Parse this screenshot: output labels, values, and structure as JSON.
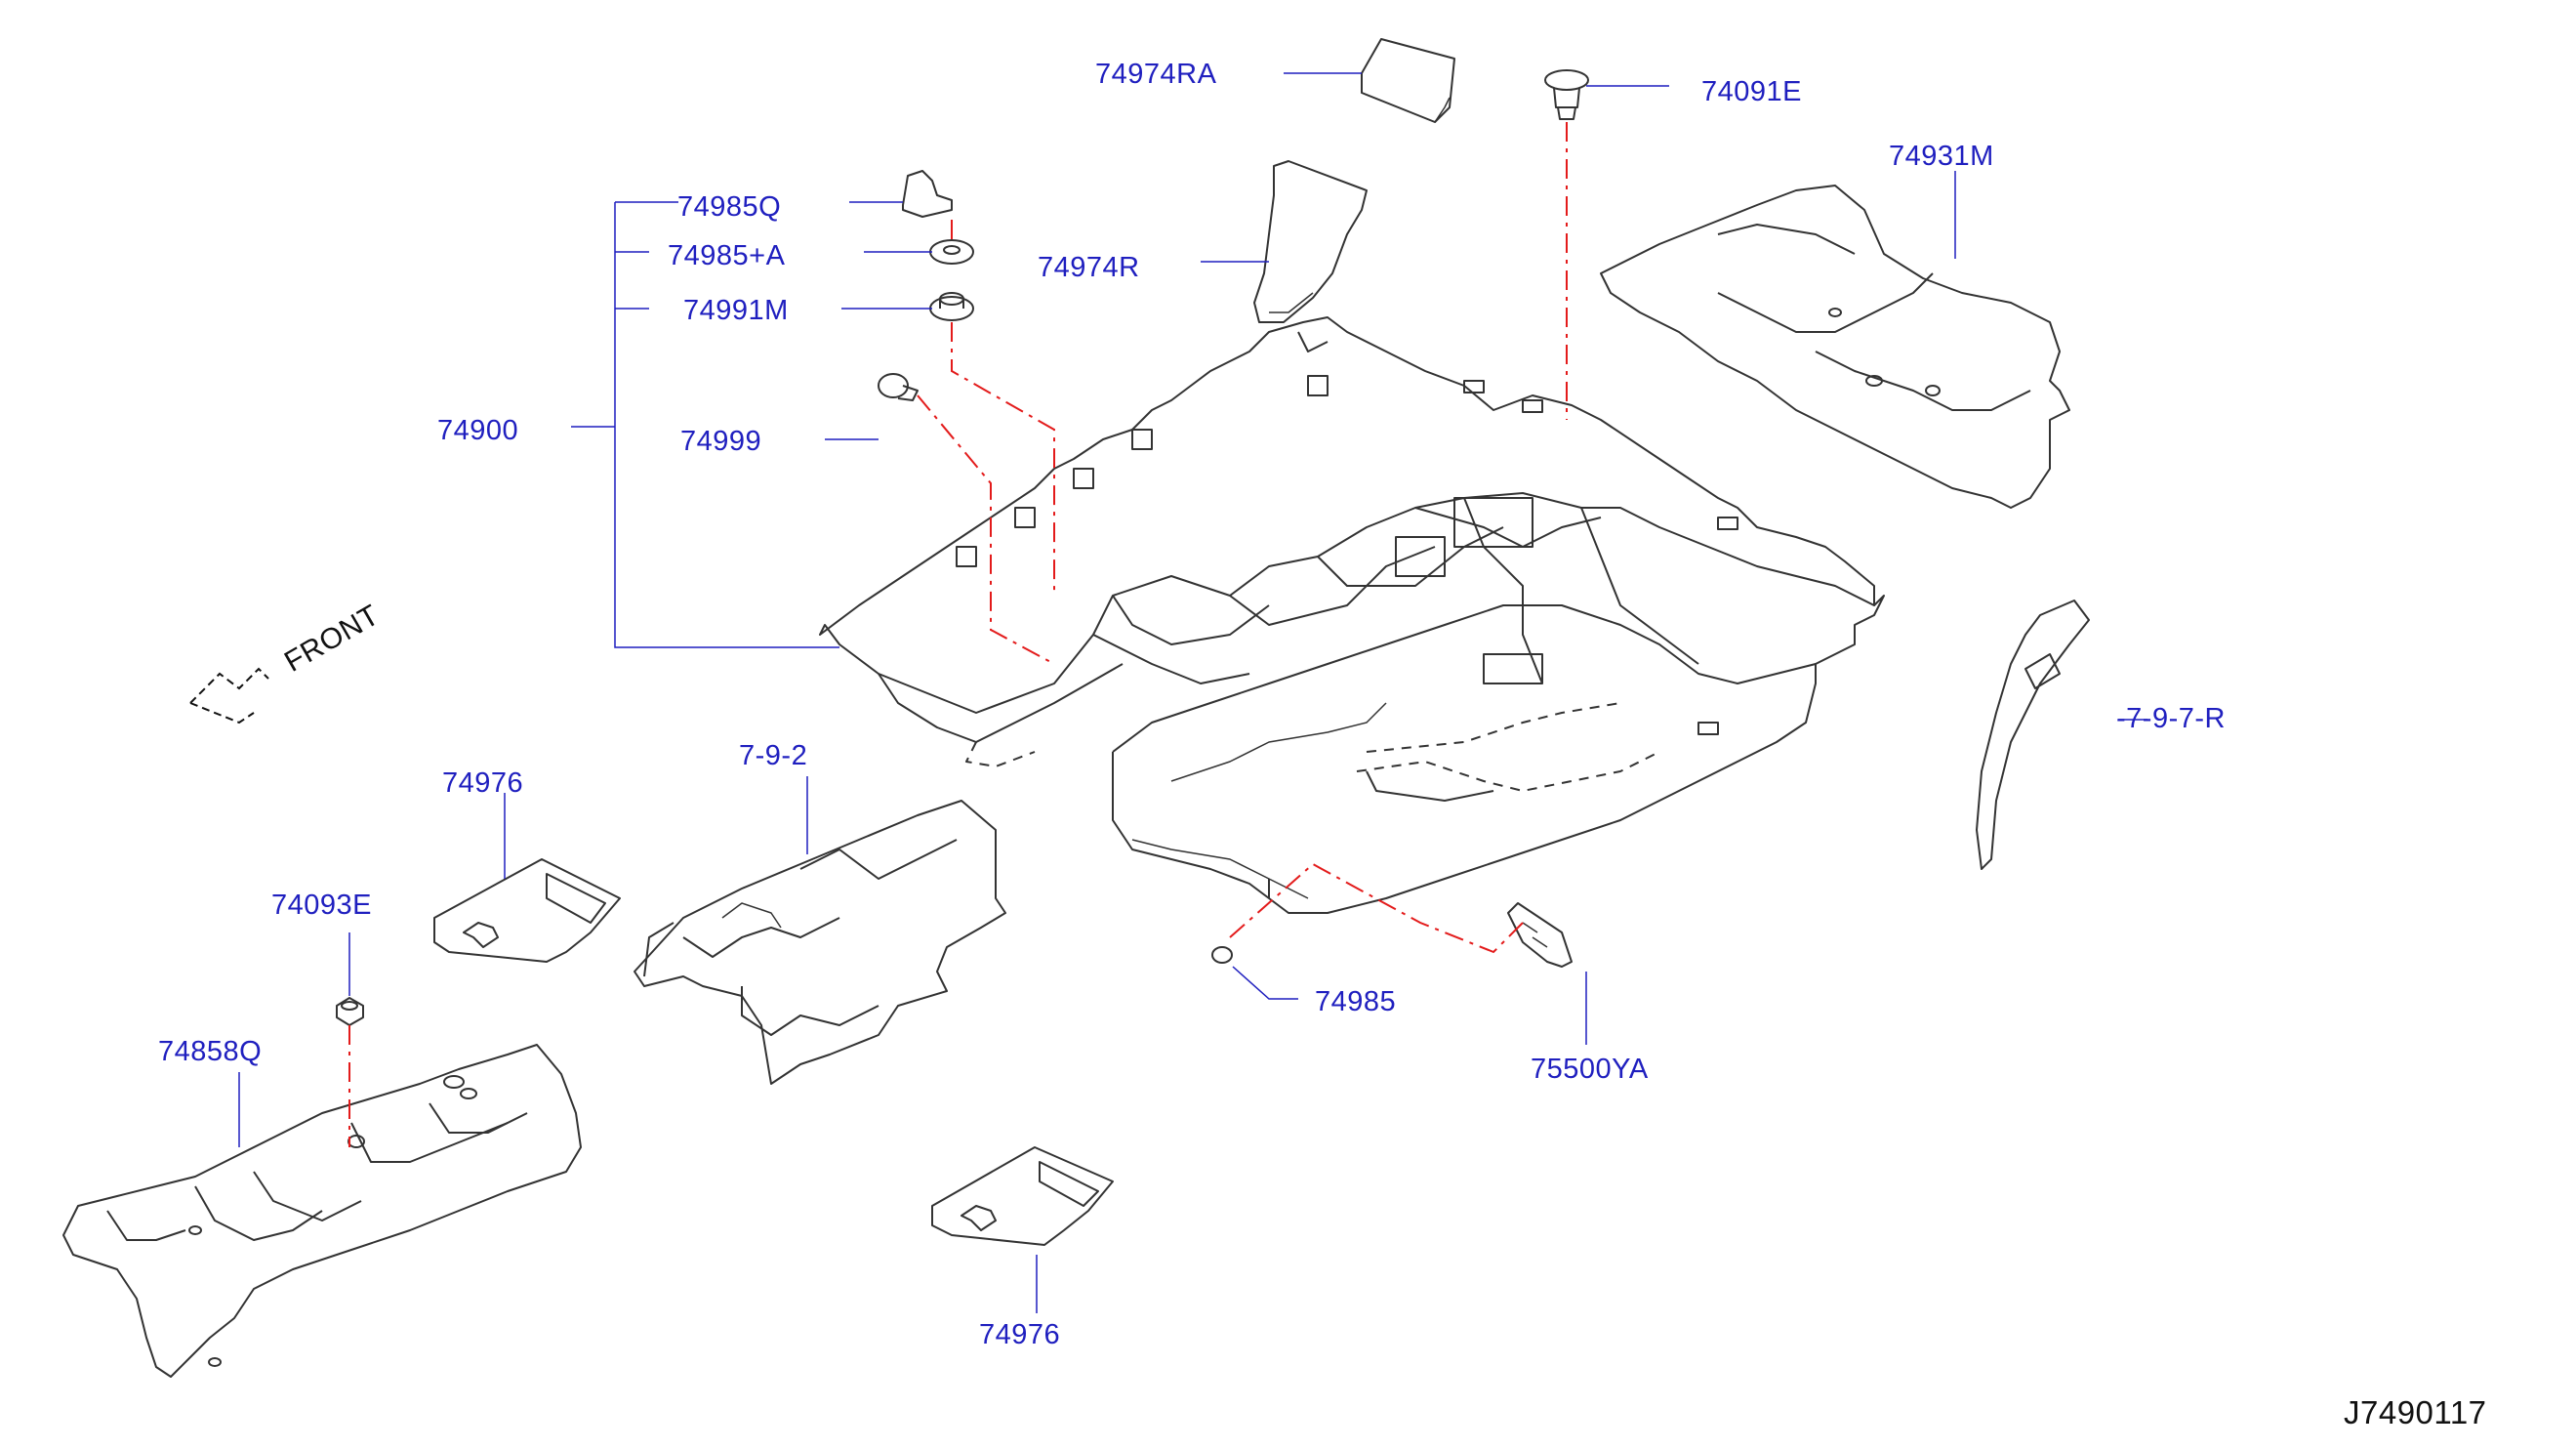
{
  "diagram": {
    "drawing_code": "J7490117",
    "front_label": "FRONT",
    "accent_color": "#1f1fbf",
    "line_color": "#1f1fbf",
    "dash_color": "#e31b1b",
    "part_outline_color": "#333333",
    "callouts": [
      {
        "id": "c1",
        "label": "74974RA"
      },
      {
        "id": "c2",
        "label": "74091E"
      },
      {
        "id": "c3",
        "label": "74931M"
      },
      {
        "id": "c4",
        "label": "74985Q"
      },
      {
        "id": "c5",
        "label": "74985+A"
      },
      {
        "id": "c6",
        "label": "74991M"
      },
      {
        "id": "c7",
        "label": "74974R"
      },
      {
        "id": "c8",
        "label": "74900"
      },
      {
        "id": "c9",
        "label": "74999"
      },
      {
        "id": "c10",
        "label": "74976"
      },
      {
        "id": "c11",
        "label": "74093E"
      },
      {
        "id": "c12",
        "label": "74858Q"
      },
      {
        "id": "c13",
        "label": "74985"
      },
      {
        "id": "c14",
        "label": "75500YA"
      },
      {
        "id": "c15",
        "label": "74976"
      },
      {
        "id": "c16",
        "label": "7-9-2"
      },
      {
        "id": "c17",
        "label": "-7-9-7-R"
      }
    ]
  }
}
